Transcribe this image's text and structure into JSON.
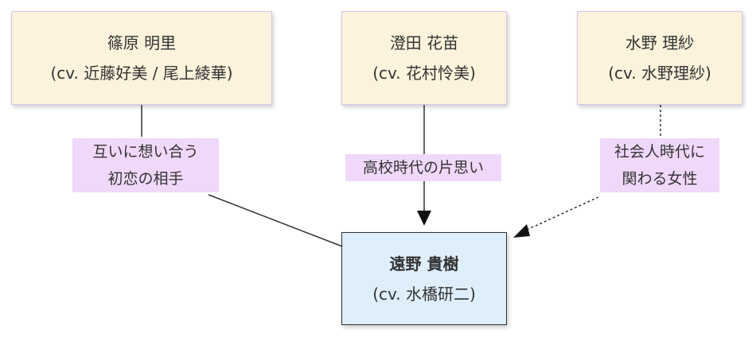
{
  "nodes": {
    "shinohara": {
      "name": "篠原 明里",
      "cv": "(cv. 近藤好美 / 尾上綾華)"
    },
    "sumida": {
      "name": "澄田 花苗",
      "cv": "(cv. 花村怜美)"
    },
    "mizuno": {
      "name": "水野 理紗",
      "cv": "(cv. 水野理紗)"
    },
    "tono": {
      "name": "遠野 貴樹",
      "cv": "(cv. 水橋研二)"
    }
  },
  "edges": {
    "shinohara": {
      "line1": "互いに想い合う",
      "line2": "初恋の相手",
      "style": "solid",
      "arrow": false
    },
    "sumida": {
      "line1": "高校時代の片思い",
      "style": "solid",
      "arrow": true
    },
    "mizuno": {
      "line1": "社会人時代に",
      "line2": "関わる女性",
      "style": "dashed",
      "arrow": true
    }
  },
  "colors": {
    "top_node_fill": "#fdf2dc",
    "center_node_fill": "#deeefb",
    "label_fill": "#f0d8fa"
  }
}
